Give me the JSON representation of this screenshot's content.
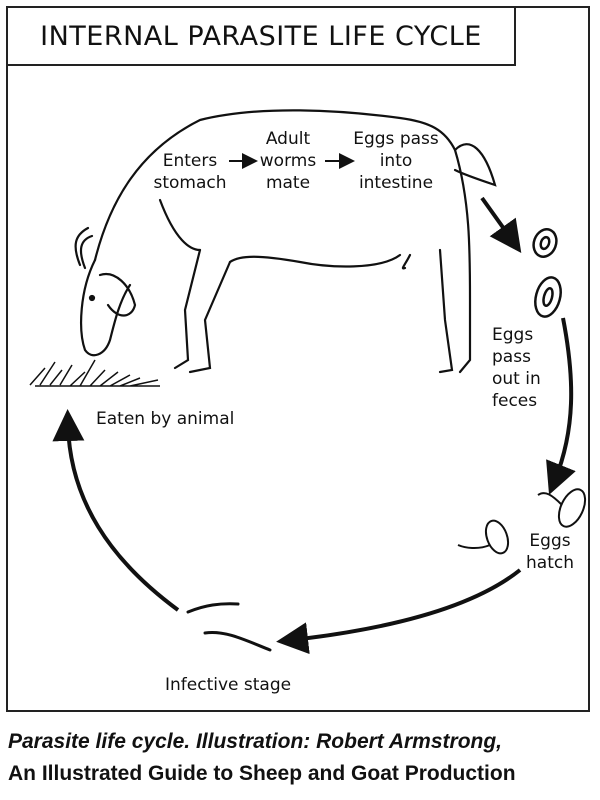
{
  "title": "INTERNAL PARASITE LIFE CYCLE",
  "stages": {
    "enters_stomach": "Enters stomach",
    "adult_worms_mate": "Adult worms mate",
    "eggs_pass_into_intestine": "Eggs pass into intestine",
    "eggs_pass_out_in_feces": "Eggs pass out in feces",
    "eggs_hatch": "Eggs hatch",
    "infective_stage": "Infective stage",
    "eaten_by_animal": "Eaten by animal"
  },
  "caption": {
    "line1": "Parasite life cycle. Illustration: Robert Armstrong,",
    "line2": "An Illustrated Guide to Sheep and Goat Production"
  }
}
